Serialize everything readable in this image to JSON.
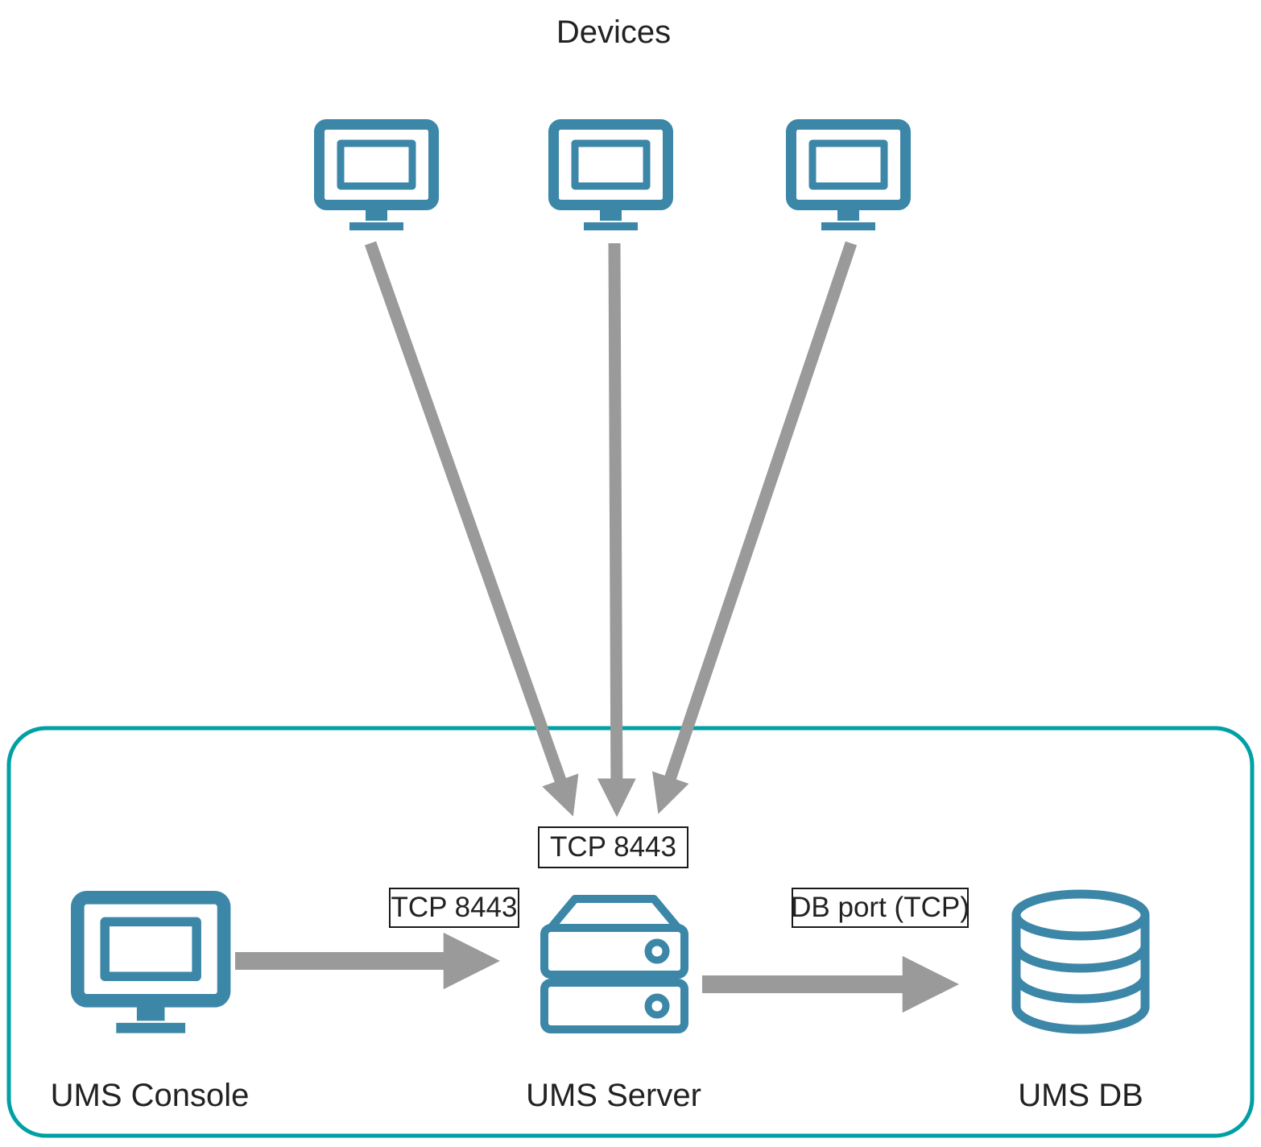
{
  "diagram": {
    "devices_group_title": "Devices",
    "nodes": {
      "console": {
        "label": "UMS Console"
      },
      "server": {
        "label": "UMS Server"
      },
      "db": {
        "label": "UMS DB"
      }
    },
    "edges": {
      "devices_to_server": {
        "label": "TCP 8443"
      },
      "console_to_server": {
        "label": "TCP 8443"
      },
      "server_to_db": {
        "label": "DB port (TCP)"
      }
    },
    "colors": {
      "icon": "#3c87a8",
      "boundary": "#00a0a5",
      "arrow": "#9a9a9a",
      "text": "#222222",
      "label_border": "#1a1a1a",
      "label_bg": "#ffffff"
    }
  }
}
